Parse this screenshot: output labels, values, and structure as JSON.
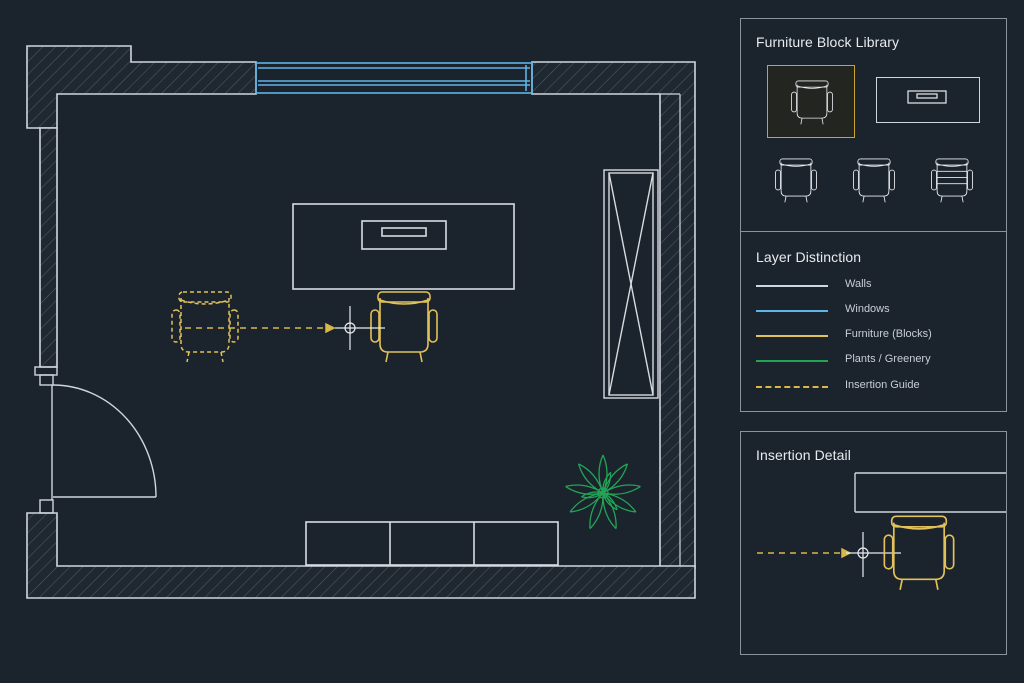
{
  "library": {
    "title": "Furniture Block Library",
    "items": [
      {
        "kind": "armchair",
        "icon": "armchair-icon",
        "selected": true
      },
      {
        "kind": "desk",
        "icon": "desk-icon",
        "selected": false
      },
      {
        "kind": "armchair",
        "icon": "armchair-icon",
        "selected": false
      },
      {
        "kind": "armchair",
        "icon": "armchair-icon",
        "selected": false
      },
      {
        "kind": "slatted-chair",
        "icon": "slatted-chair-icon",
        "selected": false
      }
    ]
  },
  "layers": {
    "title": "Layer Distinction",
    "items": [
      {
        "label": "Walls",
        "color": "#cfd6dc",
        "style": "solid"
      },
      {
        "label": "Windows",
        "color": "#5fb4e6",
        "style": "solid"
      },
      {
        "label": "Furniture (Blocks)",
        "color": "#e2c15a",
        "style": "solid"
      },
      {
        "label": "Plants / Greenery",
        "color": "#22a455",
        "style": "solid"
      },
      {
        "label": "Insertion Guide",
        "color": "#d9b84a",
        "style": "dashed"
      }
    ]
  },
  "detail": {
    "title": "Insertion Detail"
  },
  "colors": {
    "background": "#1b232c",
    "wall": "#cfd6dc",
    "window": "#5fb4e6",
    "furniture": "#e2c15a",
    "plant": "#22a455",
    "guide": "#d9b84a",
    "selected_border": "#c9a431"
  }
}
